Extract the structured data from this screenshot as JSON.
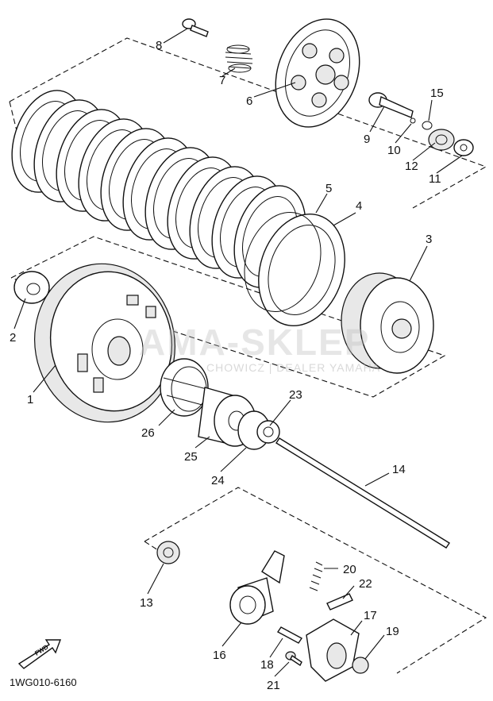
{
  "drawing_code": "1WG010-6160",
  "fwd_label": "FWD",
  "watermark": {
    "main": "AMA-SKLEP",
    "sub": "CHOWICZ | DEALER YAMAHA"
  },
  "callouts": [
    {
      "id": "1",
      "label": "1"
    },
    {
      "id": "2",
      "label": "2"
    },
    {
      "id": "3",
      "label": "3"
    },
    {
      "id": "4",
      "label": "4"
    },
    {
      "id": "5",
      "label": "5"
    },
    {
      "id": "6",
      "label": "6"
    },
    {
      "id": "7",
      "label": "7"
    },
    {
      "id": "8",
      "label": "8"
    },
    {
      "id": "9",
      "label": "9"
    },
    {
      "id": "10",
      "label": "10"
    },
    {
      "id": "11",
      "label": "11"
    },
    {
      "id": "12",
      "label": "12"
    },
    {
      "id": "13",
      "label": "13"
    },
    {
      "id": "14",
      "label": "14"
    },
    {
      "id": "15",
      "label": "15"
    },
    {
      "id": "16",
      "label": "16"
    },
    {
      "id": "17",
      "label": "17"
    },
    {
      "id": "18",
      "label": "18"
    },
    {
      "id": "19",
      "label": "19"
    },
    {
      "id": "20",
      "label": "20"
    },
    {
      "id": "21",
      "label": "21"
    },
    {
      "id": "22",
      "label": "22"
    },
    {
      "id": "23",
      "label": "23"
    },
    {
      "id": "24",
      "label": "24"
    },
    {
      "id": "25",
      "label": "25"
    },
    {
      "id": "26",
      "label": "26"
    }
  ]
}
